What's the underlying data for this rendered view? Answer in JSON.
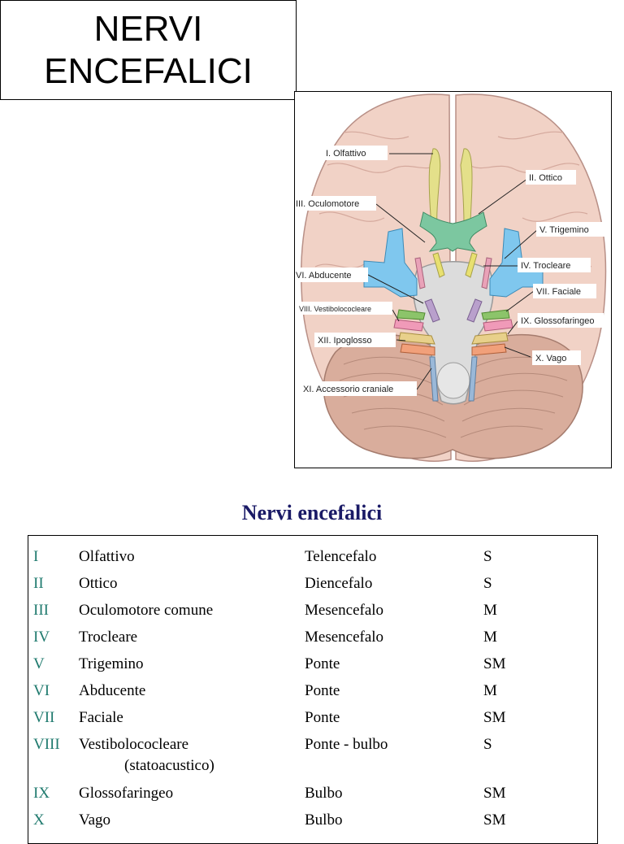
{
  "slide": {
    "title_lines": [
      "NERVI",
      "ENCEFALICI"
    ],
    "table_title": "Nervi encefalici"
  },
  "diagram": {
    "labels": {
      "olfattivo": "I. Olfattivo",
      "ottico": "II. Ottico",
      "oculomotore": "III. Oculomotore",
      "trigemino": "V. Trigemino",
      "trocleare": "IV. Trocleare",
      "abducente": "VI. Abducente",
      "faciale": "VII. Faciale",
      "vestibolococleare": "VIII. Vestibolococleare",
      "glossofaringeo": "IX. Glossofaringeo",
      "ipoglosso": "XII. Ipoglosso",
      "vago": "X. Vago",
      "accessorio": "XI. Accessorio craniale"
    },
    "nerve_colors": {
      "olfattivo": "#e4e08a",
      "ottico": "#7cc7a0",
      "oculomotore": "#e8e070",
      "trigemino": "#7fc7ee",
      "trocleare": "#e9a2b8",
      "abducente": "#b9a0cc",
      "faciale": "#8cc46a",
      "vestibolococleare": "#f09ab8",
      "glossofaringeo": "#e8d08a",
      "vago": "#f1a07a",
      "accessorio": "#9ab8d8",
      "ipoglosso": "#f0c070"
    }
  },
  "table": {
    "rows": [
      {
        "num": "I",
        "name": "Olfattivo",
        "name2": "",
        "origin": "Telencefalo",
        "type": "S"
      },
      {
        "num": "II",
        "name": "Ottico",
        "name2": "",
        "origin": "Diencefalo",
        "type": "S"
      },
      {
        "num": "III",
        "name": "Oculomotore comune",
        "name2": "",
        "origin": "Mesencefalo",
        "type": "M"
      },
      {
        "num": "IV",
        "name": "Trocleare",
        "name2": "",
        "origin": "Mesencefalo",
        "type": "M"
      },
      {
        "num": "V",
        "name": "Trigemino",
        "name2": "",
        "origin": "Ponte",
        "type": "SM"
      },
      {
        "num": "VI",
        "name": "Abducente",
        "name2": "",
        "origin": "Ponte",
        "type": "M"
      },
      {
        "num": "VII",
        "name": "Faciale",
        "name2": "",
        "origin": "Ponte",
        "type": "SM"
      },
      {
        "num": "VIII",
        "name": "Vestibolococleare",
        "name2": "(statoacustico)",
        "origin": "Ponte - bulbo",
        "type": "S"
      },
      {
        "num": "IX",
        "name": "Glossofaringeo",
        "name2": "",
        "origin": "Bulbo",
        "type": "SM"
      },
      {
        "num": "X",
        "name": "Vago",
        "name2": "",
        "origin": "Bulbo",
        "type": "SM"
      }
    ]
  }
}
